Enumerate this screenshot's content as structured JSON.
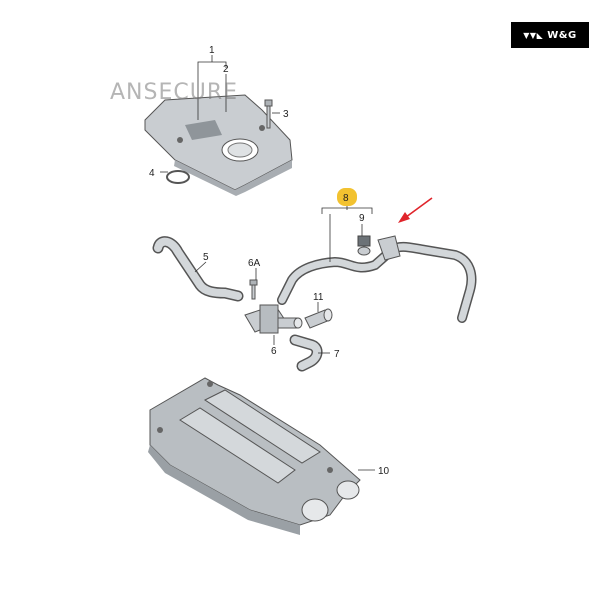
{
  "brand": {
    "text": "W&G",
    "logo_icon": "wolf-logo-icon"
  },
  "watermark": {
    "text": "ANSECURE"
  },
  "callouts": {
    "c1": "1",
    "c2": "2",
    "c3": "3",
    "c4": "4",
    "c5": "5",
    "c6": "6",
    "c6a": "6A",
    "c7": "7",
    "c8": "8",
    "c9": "9",
    "c10": "10",
    "c11": "11"
  },
  "colors": {
    "highlight": "#f2c230",
    "arrow": "#e0242b",
    "part_fill": "#cfd3d6",
    "part_shadow": "#9aa0a5"
  }
}
